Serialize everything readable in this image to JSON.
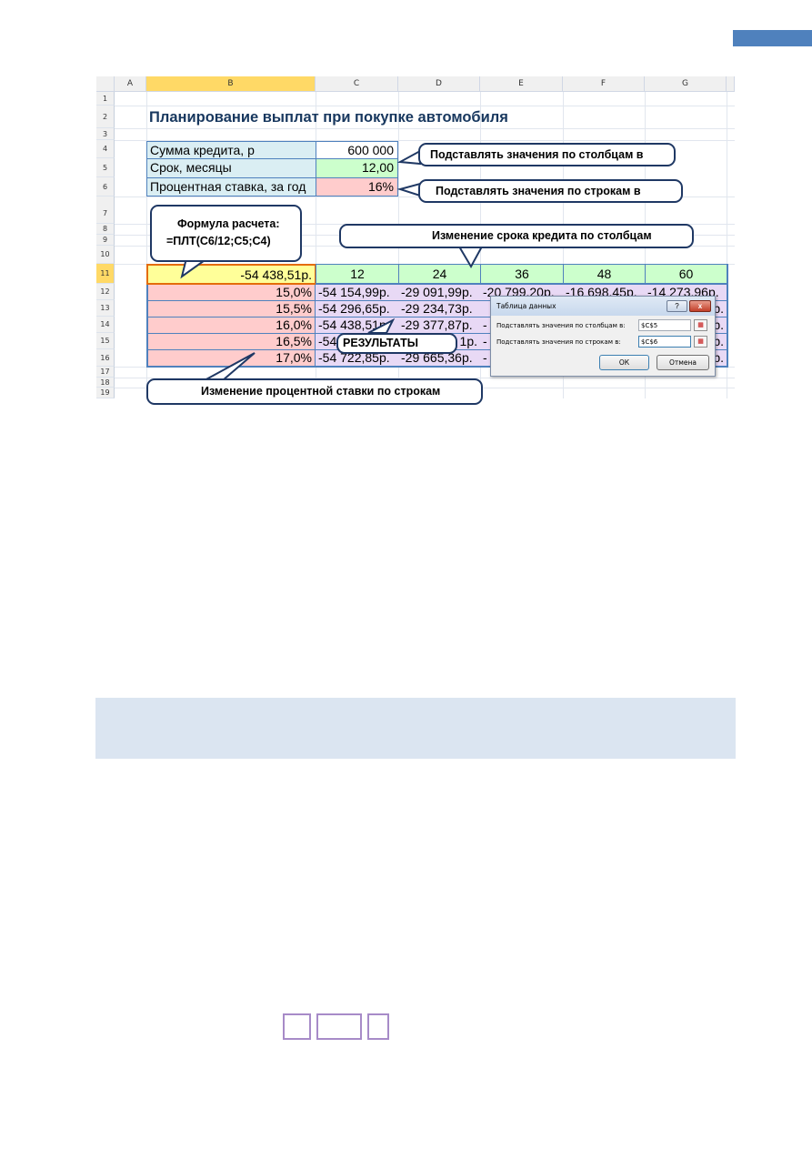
{
  "sheet": {
    "columns": [
      "A",
      "B",
      "C",
      "D",
      "E",
      "F",
      "G"
    ],
    "rows": [
      "1",
      "2",
      "3",
      "4",
      "5",
      "6",
      "7",
      "8",
      "9",
      "10",
      "11",
      "12",
      "13",
      "14",
      "15",
      "16",
      "17",
      "18",
      "19"
    ],
    "title": "Планирование выплат при покупке автомобиля",
    "params": [
      {
        "label": "Сумма кредита, р",
        "value": "600 000"
      },
      {
        "label": "Срок, месяцы",
        "value": "12,00"
      },
      {
        "label": "Процентная ставка, за год",
        "value": "16%"
      }
    ],
    "formula_cell": "-54 438,51р.",
    "terms": [
      "12",
      "24",
      "36",
      "48",
      "60"
    ],
    "rates": [
      "15,0%",
      "15,5%",
      "16,0%",
      "16,5%",
      "17,0%"
    ],
    "results": [
      [
        "-54 154,99р.",
        "-29 091,99р.",
        "-20 799,20р.",
        "-16 698,45р.",
        "-14 273,96р."
      ],
      [
        "-54 296,65р.",
        "-29 234,73р.",
        "",
        "",
        "р."
      ],
      [
        "-54 438,51р.",
        "-29 377,87р.",
        "-",
        "",
        "р."
      ],
      [
        "-54",
        "1р.",
        "-",
        "",
        "р."
      ],
      [
        "-54 722,85р.",
        "-29 665,36р.",
        "-",
        "",
        "р."
      ]
    ]
  },
  "callouts": {
    "cols_substitute": "Подставлять значения по столбцам в",
    "rows_substitute": "Подставлять значения по строкам в",
    "formula_line1": "Формула расчета:",
    "formula_line2": "=ПЛТ(С6/12;С5;С4)",
    "term_change": "Изменение срока кредита по столбцам",
    "results": "РЕЗУЛЬТАТЫ",
    "rate_change": "Изменение процентной ставки по строкам"
  },
  "dialog": {
    "title": "Таблица данных",
    "help": "?",
    "close": "x",
    "col_label": "Подставлять значения по столбцам в:",
    "col_value": "$C$5",
    "row_label": "Подставлять значения по строкам в:",
    "row_value": "$C$6",
    "ok": "ОК",
    "cancel": "Отмена"
  },
  "colors": {
    "header_blue": "#4f81bd",
    "param_label_bg": "#daeef3",
    "term_bg": "#ccffcc",
    "rate_bg": "#ffcccc",
    "result_bg": "#e8d9f5",
    "formula_bg": "#ffff99",
    "title_color": "#17375e"
  }
}
